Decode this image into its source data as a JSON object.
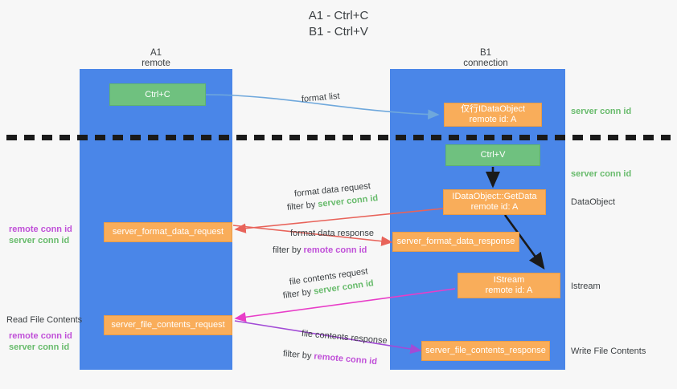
{
  "title": {
    "line1": "A1 - Ctrl+C",
    "line2": "B1 - Ctrl+V"
  },
  "columns": [
    {
      "name": "A1",
      "sub": "remote"
    },
    {
      "name": "B1",
      "sub": "connection"
    }
  ],
  "nodes": {
    "ctrl_c": {
      "line1": "Ctrl+C",
      "line2": ""
    },
    "ctrl_v": {
      "line1": "Ctrl+V",
      "line2": ""
    },
    "idataobject": {
      "line1": "仅行IDataObject",
      "line2": "remote id: A"
    },
    "idataobject_getdata": {
      "line1": "IDataObject::GetData",
      "line2": "remote id: A"
    },
    "istream": {
      "line1": "IStream",
      "line2": "remote id: A"
    },
    "server_format_data_request": {
      "line1": "server_format_data_request",
      "line2": ""
    },
    "server_format_data_response": {
      "line1": "server_format_data_response",
      "line2": ""
    },
    "server_file_contents_request": {
      "line1": "server_file_contents_request",
      "line2": ""
    },
    "server_file_contents_response": {
      "line1": "server_file_contents_response",
      "line2": ""
    }
  },
  "edge_labels": {
    "format_list": "format list",
    "format_data_request": "format data request",
    "format_data_request_filter_pre": "filter by",
    "format_data_request_filter_key": "server conn id",
    "format_data_response": "format data response",
    "format_data_response_filter_pre": "filter by",
    "format_data_response_filter_key": "remote conn id",
    "file_contents_request": "file contents request",
    "file_contents_request_filter_pre": "filter by",
    "file_contents_request_filter_key": "server conn id",
    "file_contents_response": "file contents response",
    "file_contents_response_filter_pre": "filter by",
    "file_contents_response_filter_key": "remote conn id"
  },
  "right_labels": {
    "server_conn_id_top": "server conn id",
    "server_conn_id_mid": "server conn id",
    "dataobject": "DataObject",
    "istream": "Istream",
    "write_file_contents": "Write File Contents"
  },
  "left_labels": {
    "mid_remote": "remote conn id",
    "mid_server": "server conn id",
    "read_file_contents": "Read File Contents",
    "bottom_remote": "remote conn id",
    "bottom_server": "server conn id"
  },
  "colors": {
    "lane": "#4a86e8",
    "orange": "#f9ad5a",
    "green_node": "#6fc17f",
    "green_text": "#68bb6c",
    "purple_text": "#c050d8",
    "arrow_blue": "#6fa8dc",
    "arrow_red": "#e8635a",
    "arrow_pink": "#e83ec8",
    "arrow_purple": "#a24bd6",
    "arrow_black": "#1a1a1a",
    "background": "#f7f7f7",
    "text": "#3c4043"
  }
}
